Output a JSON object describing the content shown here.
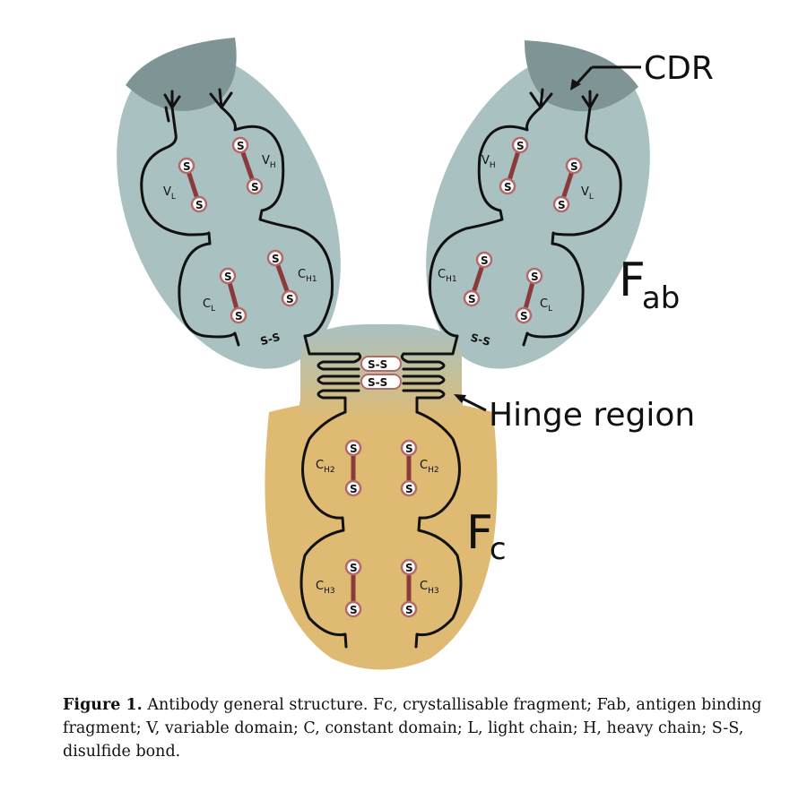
{
  "labels": {
    "cdr": "CDR",
    "fab_main": "F",
    "fab_sub": "ab",
    "hinge": "Hinge region",
    "fc_main": "F",
    "fc_sub": "c",
    "s": "S",
    "ss": "S-S"
  },
  "domains": {
    "v": "V",
    "c": "C",
    "l": "L",
    "h": "H",
    "h1": "H1",
    "h2": "H2",
    "h3": "H3"
  },
  "caption": {
    "label": "Figure 1.",
    "text": "Antibody general structure. Fc, crystallisable fragment; Fab, antigen binding fragment; V, variable domain; C, constant domain; L, light chain; H, heavy chain; S-S, disulfide bond."
  },
  "colors": {
    "fab": "#a9c1c1",
    "antigen": "#7f9494",
    "fc": "#dfba73",
    "bond": "#8a3a3a",
    "outline": "#111111"
  }
}
